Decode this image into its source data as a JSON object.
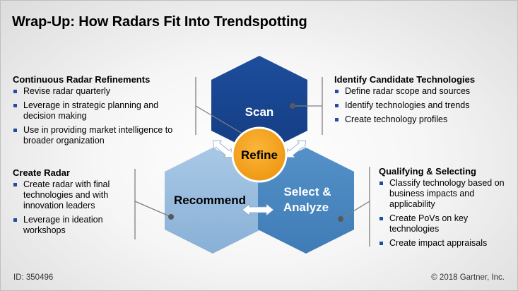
{
  "title": "Wrap-Up: How Radars Fit Into Trendspotting",
  "diagram": {
    "scan": "Scan",
    "refine": "Refine",
    "recommend": "Recommend",
    "select_line1": "Select &",
    "select_line2": "Analyze"
  },
  "blocks": {
    "continuous": {
      "heading": "Continuous Radar Refinements",
      "items": [
        "Revise radar quarterly",
        "Leverage in strategic planning and decision making",
        "Use in providing market intelligence to broader organization"
      ]
    },
    "identify": {
      "heading": "Identify Candidate Technologies",
      "items": [
        "Define radar scope and sources",
        "Identify technologies and trends",
        "Create technology profiles"
      ]
    },
    "create": {
      "heading": "Create Radar",
      "items": [
        "Create radar with final technologies and with innovation leaders",
        "Leverage in ideation workshops"
      ]
    },
    "qualifying": {
      "heading": "Qualifying & Selecting",
      "items": [
        "Classify technology based on business impacts and applicability",
        "Create PoVs on key technologies",
        "Create impact appraisals"
      ]
    }
  },
  "footer": {
    "id": "ID: 350496",
    "copyright": "© 2018 Gartner, Inc."
  },
  "colors": {
    "scan": "#1f4e9c",
    "recommend": "#93b8dc",
    "select": "#4a86be",
    "refine": "#f5a21b",
    "bullet": "#1f4e9c"
  }
}
